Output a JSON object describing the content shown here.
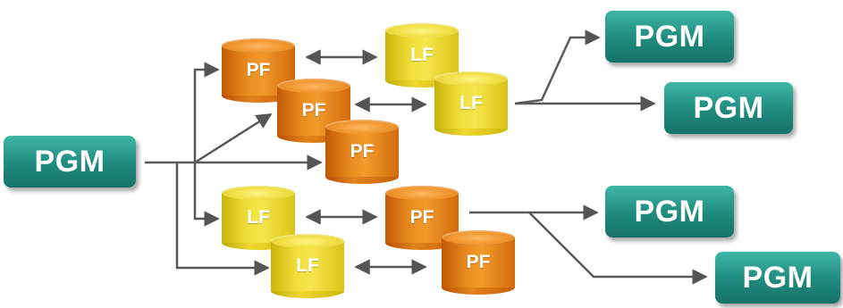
{
  "programs": [
    {
      "id": "pgm-source",
      "label": "PGM"
    },
    {
      "id": "pgm-out-1",
      "label": "PGM"
    },
    {
      "id": "pgm-out-2",
      "label": "PGM"
    },
    {
      "id": "pgm-out-3",
      "label": "PGM"
    },
    {
      "id": "pgm-out-4",
      "label": "PGM"
    }
  ],
  "files": [
    {
      "id": "pf-1",
      "kind": "physical",
      "label": "PF"
    },
    {
      "id": "pf-2",
      "kind": "physical",
      "label": "PF"
    },
    {
      "id": "pf-3",
      "kind": "physical",
      "label": "PF"
    },
    {
      "id": "lf-1",
      "kind": "logical",
      "label": "LF"
    },
    {
      "id": "lf-2",
      "kind": "logical",
      "label": "LF"
    },
    {
      "id": "lf-3",
      "kind": "logical",
      "label": "LF"
    },
    {
      "id": "lf-4",
      "kind": "logical",
      "label": "LF"
    },
    {
      "id": "pf-4",
      "kind": "physical",
      "label": "PF"
    },
    {
      "id": "pf-5",
      "kind": "physical",
      "label": "PF"
    }
  ],
  "connections": [
    {
      "from": "pgm-source",
      "to": "pf-1",
      "type": "arrow"
    },
    {
      "from": "pgm-source",
      "to": "pf-2",
      "type": "arrow"
    },
    {
      "from": "pgm-source",
      "to": "pf-3",
      "type": "arrow"
    },
    {
      "from": "pgm-source",
      "to": "lf-3",
      "type": "arrow"
    },
    {
      "from": "pgm-source",
      "to": "lf-4",
      "type": "arrow"
    },
    {
      "from": "pf-1",
      "to": "lf-1",
      "type": "double-arrow"
    },
    {
      "from": "pf-2",
      "to": "lf-2",
      "type": "double-arrow"
    },
    {
      "from": "lf-3",
      "to": "pf-4",
      "type": "double-arrow"
    },
    {
      "from": "lf-4",
      "to": "pf-5",
      "type": "double-arrow"
    },
    {
      "from": "lf-2",
      "to": "pgm-out-1",
      "type": "arrow"
    },
    {
      "from": "lf-2",
      "to": "pgm-out-2",
      "type": "arrow"
    },
    {
      "from": "pf-4",
      "to": "pgm-out-3",
      "type": "arrow"
    },
    {
      "from": "pf-4",
      "to": "pgm-out-4",
      "type": "arrow"
    }
  ],
  "colors": {
    "program": "#1f8a7d",
    "physical_file": "#ea8d20",
    "logical_file": "#f0df3a",
    "connector": "#555555"
  }
}
